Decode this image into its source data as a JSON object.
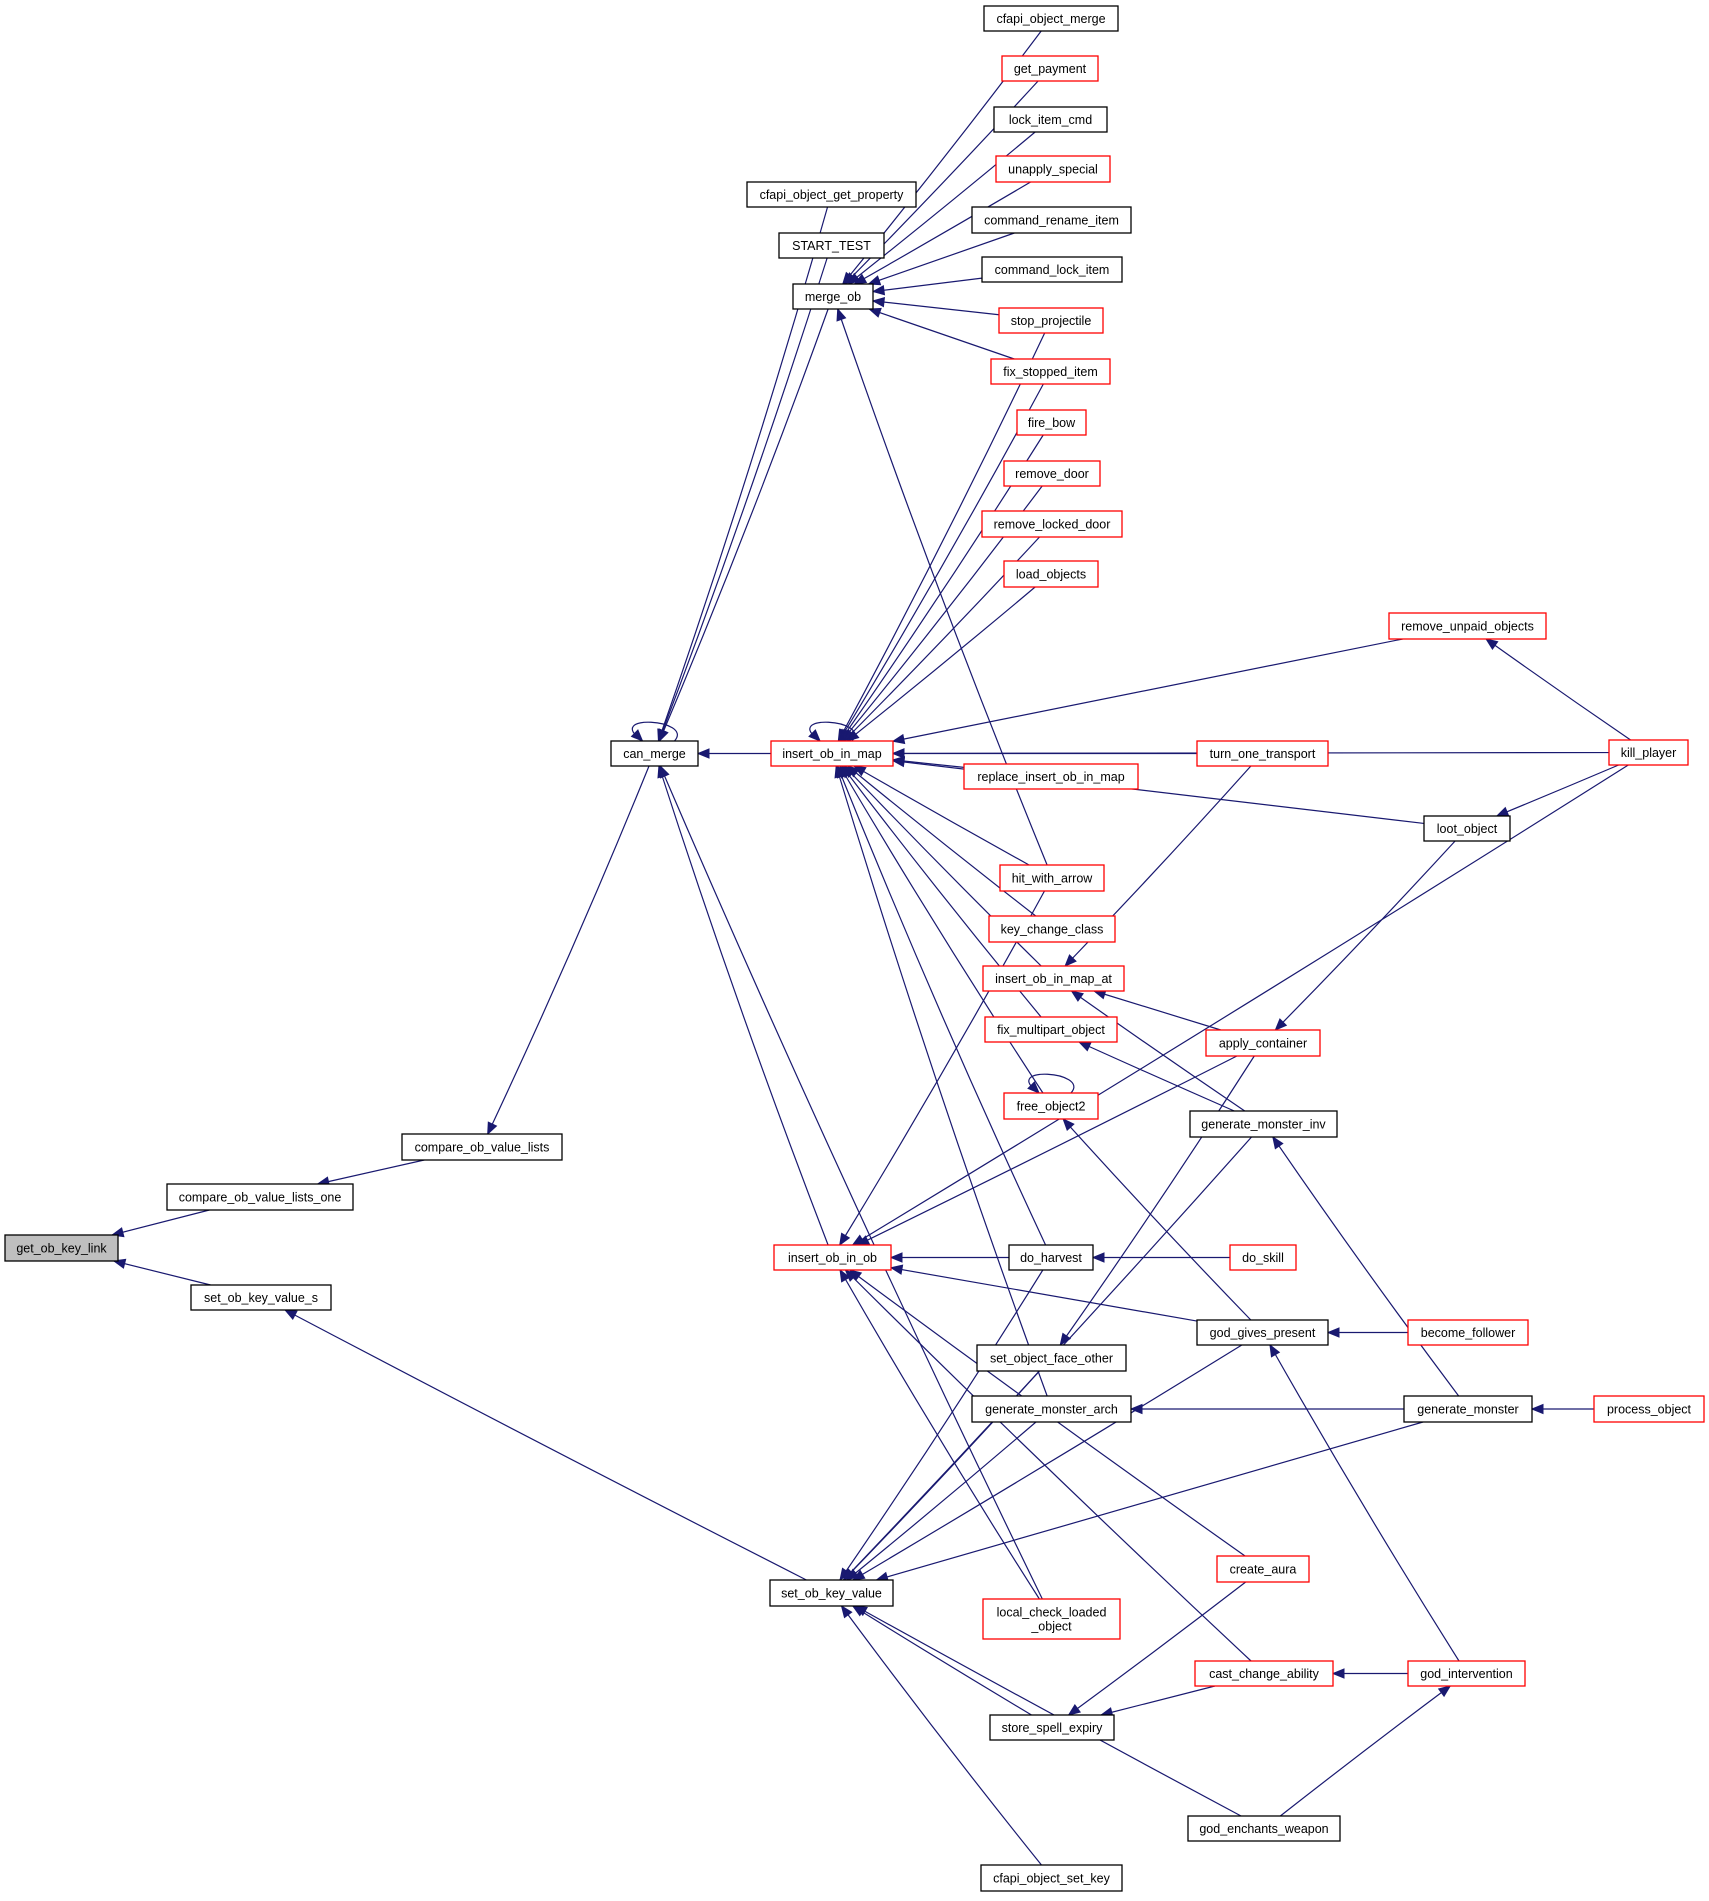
{
  "diagram": {
    "type": "call-graph",
    "colors": {
      "edge": "#191970",
      "node_border_default": "#000000",
      "node_border_truncated": "#ff0000",
      "focus_fill": "#bfbfbf",
      "node_fill": "#ffffff"
    },
    "focus_node": "get_ob_key_link",
    "nodes": [
      {
        "id": "get_ob_key_link",
        "label": "get_ob_key_link",
        "style": "focus"
      },
      {
        "id": "compare_ob_value_lists_one",
        "label": "compare_ob_value_lists_one",
        "style": "black"
      },
      {
        "id": "set_ob_key_value_s",
        "label": "set_ob_key_value_s",
        "style": "black"
      },
      {
        "id": "compare_ob_value_lists",
        "label": "compare_ob_value_lists",
        "style": "black"
      },
      {
        "id": "can_merge",
        "label": "can_merge",
        "style": "black"
      },
      {
        "id": "cfapi_object_get_property",
        "label": "cfapi_object_get_property",
        "style": "black"
      },
      {
        "id": "START_TEST",
        "label": "START_TEST",
        "style": "black"
      },
      {
        "id": "merge_ob",
        "label": "merge_ob",
        "style": "black"
      },
      {
        "id": "insert_ob_in_map",
        "label": "insert_ob_in_map",
        "style": "red"
      },
      {
        "id": "insert_ob_in_ob",
        "label": "insert_ob_in_ob",
        "style": "red"
      },
      {
        "id": "set_ob_key_value",
        "label": "set_ob_key_value",
        "style": "black"
      },
      {
        "id": "cfapi_object_merge",
        "label": "cfapi_object_merge",
        "style": "black"
      },
      {
        "id": "get_payment",
        "label": "get_payment",
        "style": "red"
      },
      {
        "id": "lock_item_cmd",
        "label": "lock_item_cmd",
        "style": "black"
      },
      {
        "id": "unapply_special",
        "label": "unapply_special",
        "style": "red"
      },
      {
        "id": "command_rename_item",
        "label": "command_rename_item",
        "style": "black"
      },
      {
        "id": "command_lock_item",
        "label": "command_lock_item",
        "style": "black"
      },
      {
        "id": "stop_projectile",
        "label": "stop_projectile",
        "style": "red"
      },
      {
        "id": "fix_stopped_item",
        "label": "fix_stopped_item",
        "style": "red"
      },
      {
        "id": "fire_bow",
        "label": "fire_bow",
        "style": "red"
      },
      {
        "id": "remove_door",
        "label": "remove_door",
        "style": "red"
      },
      {
        "id": "remove_locked_door",
        "label": "remove_locked_door",
        "style": "red"
      },
      {
        "id": "load_objects",
        "label": "load_objects",
        "style": "red"
      },
      {
        "id": "replace_insert_ob_in_map",
        "label": "replace_insert_ob_in_map",
        "style": "red"
      },
      {
        "id": "hit_with_arrow",
        "label": "hit_with_arrow",
        "style": "red"
      },
      {
        "id": "key_change_class",
        "label": "key_change_class",
        "style": "red"
      },
      {
        "id": "insert_ob_in_map_at",
        "label": "insert_ob_in_map_at",
        "style": "red"
      },
      {
        "id": "fix_multipart_object",
        "label": "fix_multipart_object",
        "style": "red"
      },
      {
        "id": "free_object2",
        "label": "free_object2",
        "style": "red"
      },
      {
        "id": "do_harvest",
        "label": "do_harvest",
        "style": "black"
      },
      {
        "id": "set_object_face_other",
        "label": "set_object_face_other",
        "style": "black"
      },
      {
        "id": "generate_monster_arch",
        "label": "generate_monster_arch",
        "style": "black"
      },
      {
        "id": "local_check_loaded_object",
        "label": "local_check_loaded\n_object",
        "style": "red"
      },
      {
        "id": "store_spell_expiry",
        "label": "store_spell_expiry",
        "style": "black"
      },
      {
        "id": "cfapi_object_set_key",
        "label": "cfapi_object_set_key",
        "style": "black"
      },
      {
        "id": "turn_one_transport",
        "label": "turn_one_transport",
        "style": "red"
      },
      {
        "id": "apply_container",
        "label": "apply_container",
        "style": "red"
      },
      {
        "id": "generate_monster_inv",
        "label": "generate_monster_inv",
        "style": "black"
      },
      {
        "id": "do_skill",
        "label": "do_skill",
        "style": "red"
      },
      {
        "id": "god_gives_present",
        "label": "god_gives_present",
        "style": "black"
      },
      {
        "id": "create_aura",
        "label": "create_aura",
        "style": "red"
      },
      {
        "id": "cast_change_ability",
        "label": "cast_change_ability",
        "style": "red"
      },
      {
        "id": "god_enchants_weapon",
        "label": "god_enchants_weapon",
        "style": "black"
      },
      {
        "id": "remove_unpaid_objects",
        "label": "remove_unpaid_objects",
        "style": "red"
      },
      {
        "id": "loot_object",
        "label": "loot_object",
        "style": "black"
      },
      {
        "id": "become_follower",
        "label": "become_follower",
        "style": "red"
      },
      {
        "id": "generate_monster",
        "label": "generate_monster",
        "style": "black"
      },
      {
        "id": "god_intervention",
        "label": "god_intervention",
        "style": "red"
      },
      {
        "id": "kill_player",
        "label": "kill_player",
        "style": "red"
      },
      {
        "id": "process_object",
        "label": "process_object",
        "style": "red"
      }
    ],
    "edges": [
      [
        "compare_ob_value_lists_one",
        "get_ob_key_link"
      ],
      [
        "set_ob_key_value_s",
        "get_ob_key_link"
      ],
      [
        "compare_ob_value_lists",
        "compare_ob_value_lists_one"
      ],
      [
        "can_merge",
        "compare_ob_value_lists"
      ],
      [
        "set_ob_key_value",
        "set_ob_key_value_s"
      ],
      [
        "can_merge",
        "can_merge"
      ],
      [
        "cfapi_object_get_property",
        "can_merge"
      ],
      [
        "START_TEST",
        "can_merge"
      ],
      [
        "merge_ob",
        "can_merge"
      ],
      [
        "insert_ob_in_map",
        "can_merge"
      ],
      [
        "insert_ob_in_ob",
        "can_merge"
      ],
      [
        "local_check_loaded_object",
        "can_merge"
      ],
      [
        "cfapi_object_merge",
        "merge_ob"
      ],
      [
        "get_payment",
        "merge_ob"
      ],
      [
        "lock_item_cmd",
        "merge_ob"
      ],
      [
        "unapply_special",
        "merge_ob"
      ],
      [
        "command_rename_item",
        "merge_ob"
      ],
      [
        "command_lock_item",
        "merge_ob"
      ],
      [
        "stop_projectile",
        "merge_ob"
      ],
      [
        "fix_stopped_item",
        "merge_ob"
      ],
      [
        "hit_with_arrow",
        "merge_ob"
      ],
      [
        "insert_ob_in_map",
        "insert_ob_in_map"
      ],
      [
        "stop_projectile",
        "insert_ob_in_map"
      ],
      [
        "fix_stopped_item",
        "insert_ob_in_map"
      ],
      [
        "fire_bow",
        "insert_ob_in_map"
      ],
      [
        "remove_door",
        "insert_ob_in_map"
      ],
      [
        "remove_locked_door",
        "insert_ob_in_map"
      ],
      [
        "load_objects",
        "insert_ob_in_map"
      ],
      [
        "remove_unpaid_objects",
        "insert_ob_in_map"
      ],
      [
        "kill_player",
        "insert_ob_in_map"
      ],
      [
        "turn_one_transport",
        "insert_ob_in_map"
      ],
      [
        "replace_insert_ob_in_map",
        "insert_ob_in_map"
      ],
      [
        "loot_object",
        "insert_ob_in_map"
      ],
      [
        "hit_with_arrow",
        "insert_ob_in_map"
      ],
      [
        "key_change_class",
        "insert_ob_in_map"
      ],
      [
        "insert_ob_in_map_at",
        "insert_ob_in_map"
      ],
      [
        "fix_multipart_object",
        "insert_ob_in_map"
      ],
      [
        "free_object2",
        "insert_ob_in_map"
      ],
      [
        "do_harvest",
        "insert_ob_in_map"
      ],
      [
        "generate_monster_arch",
        "insert_ob_in_map"
      ],
      [
        "kill_player",
        "remove_unpaid_objects"
      ],
      [
        "kill_player",
        "loot_object"
      ],
      [
        "turn_one_transport",
        "insert_ob_in_map_at"
      ],
      [
        "apply_container",
        "insert_ob_in_map_at"
      ],
      [
        "generate_monster_inv",
        "insert_ob_in_map_at"
      ],
      [
        "generate_monster_inv",
        "fix_multipart_object"
      ],
      [
        "free_object2",
        "free_object2"
      ],
      [
        "god_gives_present",
        "free_object2"
      ],
      [
        "loot_object",
        "apply_container"
      ],
      [
        "hit_with_arrow",
        "insert_ob_in_ob"
      ],
      [
        "apply_container",
        "insert_ob_in_ob"
      ],
      [
        "kill_player",
        "insert_ob_in_ob"
      ],
      [
        "do_harvest",
        "insert_ob_in_ob"
      ],
      [
        "god_gives_present",
        "insert_ob_in_ob"
      ],
      [
        "create_aura",
        "insert_ob_in_ob"
      ],
      [
        "local_check_loaded_object",
        "insert_ob_in_ob"
      ],
      [
        "cast_change_ability",
        "insert_ob_in_ob"
      ],
      [
        "do_skill",
        "do_harvest"
      ],
      [
        "become_follower",
        "god_gives_present"
      ],
      [
        "god_intervention",
        "god_gives_present"
      ],
      [
        "generate_monster",
        "generate_monster_inv"
      ],
      [
        "generate_monster",
        "generate_monster_arch"
      ],
      [
        "process_object",
        "generate_monster"
      ],
      [
        "apply_container",
        "set_object_face_other"
      ],
      [
        "god_intervention",
        "cast_change_ability"
      ],
      [
        "god_enchants_weapon",
        "god_intervention"
      ],
      [
        "create_aura",
        "store_spell_expiry"
      ],
      [
        "cast_change_ability",
        "store_spell_expiry"
      ],
      [
        "do_harvest",
        "set_ob_key_value"
      ],
      [
        "set_object_face_other",
        "set_ob_key_value"
      ],
      [
        "generate_monster_arch",
        "set_ob_key_value"
      ],
      [
        "generate_monster_inv",
        "set_ob_key_value"
      ],
      [
        "god_gives_present",
        "set_ob_key_value"
      ],
      [
        "store_spell_expiry",
        "set_ob_key_value"
      ],
      [
        "generate_monster",
        "set_ob_key_value"
      ],
      [
        "god_enchants_weapon",
        "set_ob_key_value"
      ],
      [
        "cfapi_object_set_key",
        "set_ob_key_value"
      ]
    ]
  }
}
